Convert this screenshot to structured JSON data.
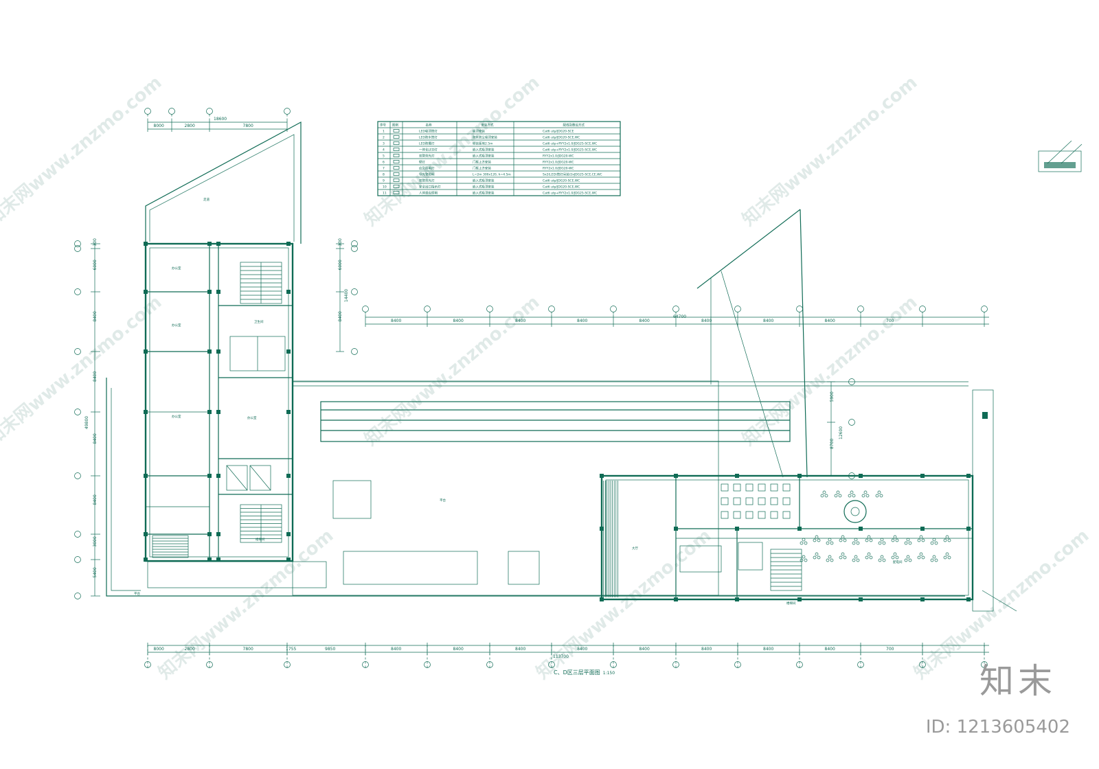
{
  "drawing": {
    "title": "C、D区三层平面图",
    "scale": "1:150",
    "colors": {
      "line": "#0f6b55",
      "text": "#0f6b55",
      "watermark": "#0a5a48",
      "brand": "#9a9a9a"
    }
  },
  "branding": {
    "logo_text": "知末",
    "image_id": "ID: 1213605402",
    "watermark_text": "知末网www.znzmo.com"
  },
  "dimensions": {
    "top_left_total": "18600",
    "top_left_spans": [
      "8000",
      "2800",
      "7800"
    ],
    "top_right_total": "64700",
    "top_right_spans": [
      "8400",
      "8400",
      "8400",
      "8400",
      "8400",
      "8400",
      "8400",
      "8400",
      "700"
    ],
    "bottom_total": "113700",
    "bottom_spans": [
      "8000",
      "2800",
      "7800",
      "1755",
      "9850",
      "8400",
      "8400",
      "8400",
      "8400",
      "8400",
      "8400",
      "8400",
      "8400",
      "700"
    ],
    "left_spans": [
      "300",
      "6000",
      "8400",
      "8400",
      "8400",
      "8400",
      "3000",
      "5400"
    ],
    "left_total": "49800",
    "mid_vertical": [
      "300",
      "6000",
      "8400"
    ],
    "mid_vertical_total": "14400",
    "right_vertical": [
      "5900",
      "8700"
    ],
    "right_vertical_total": "12600"
  },
  "legend": {
    "headers": [
      "序号",
      "图例",
      "名称",
      "安装方式",
      "配线及敷设方式"
    ],
    "rows": [
      {
        "no": "1",
        "name": "LED吸顶筒灯",
        "install": "吸顶安装",
        "wiring": "Cat6 utp/JDG20-SCE"
      },
      {
        "no": "2",
        "name": "LED防水筒灯",
        "install": "防水防尘吸顶安装",
        "wiring": "Cat6 utp/JDG20-SCE,WC"
      },
      {
        "no": "3",
        "name": "LED防爆灯",
        "install": "壁装距地2.5m",
        "wiring": "Cat6 utp+RYY2x1.0/JDG25-SCE,WC"
      },
      {
        "no": "4",
        "name": "一体化LED灯",
        "install": "嵌入式吸顶安装",
        "wiring": "Cat6 utp+RYY2x1.0/JDG25-SCE,WC"
      },
      {
        "no": "5",
        "name": "双管荧光灯",
        "install": "嵌入式吸顶安装",
        "wiring": "RYY2x1.0/JDG20-WC"
      },
      {
        "no": "6",
        "name": "壁灯",
        "install": "门框上方安装",
        "wiring": "RYY2x1.0/JDG20-WC"
      },
      {
        "no": "7",
        "name": "应急照明灯",
        "install": "门框上方安装",
        "wiring": "RYY2x1.0/JDG20-WC"
      },
      {
        "no": "8",
        "name": "导光管照明",
        "install": "L=2m 300x120, h=4.5m",
        "wiring": "Sx2(LED)筒灯吊装/2xJDG25-SCE,CE,WC"
      },
      {
        "no": "9",
        "name": "双管荧光灯",
        "install": "嵌入式吸顶安装",
        "wiring": "Cat6 utp/JDG20-SCE,WC"
      },
      {
        "no": "10",
        "name": "安全出口指示灯",
        "install": "嵌入式吸顶安装",
        "wiring": "Cat6 utp/JDG20-SCE,WC"
      },
      {
        "no": "11",
        "name": "人体感应照明",
        "install": "嵌入式吸顶安装",
        "wiring": "Cat6 utp+RYY2x1.0/JDG25-SCE,WC"
      }
    ]
  },
  "room_labels": {
    "corridor": "走道",
    "stair": "楼梯间",
    "toilet": "卫生间",
    "office": "办公室",
    "lobby": "大厅",
    "platform": "平台",
    "distribution": "配电间"
  }
}
